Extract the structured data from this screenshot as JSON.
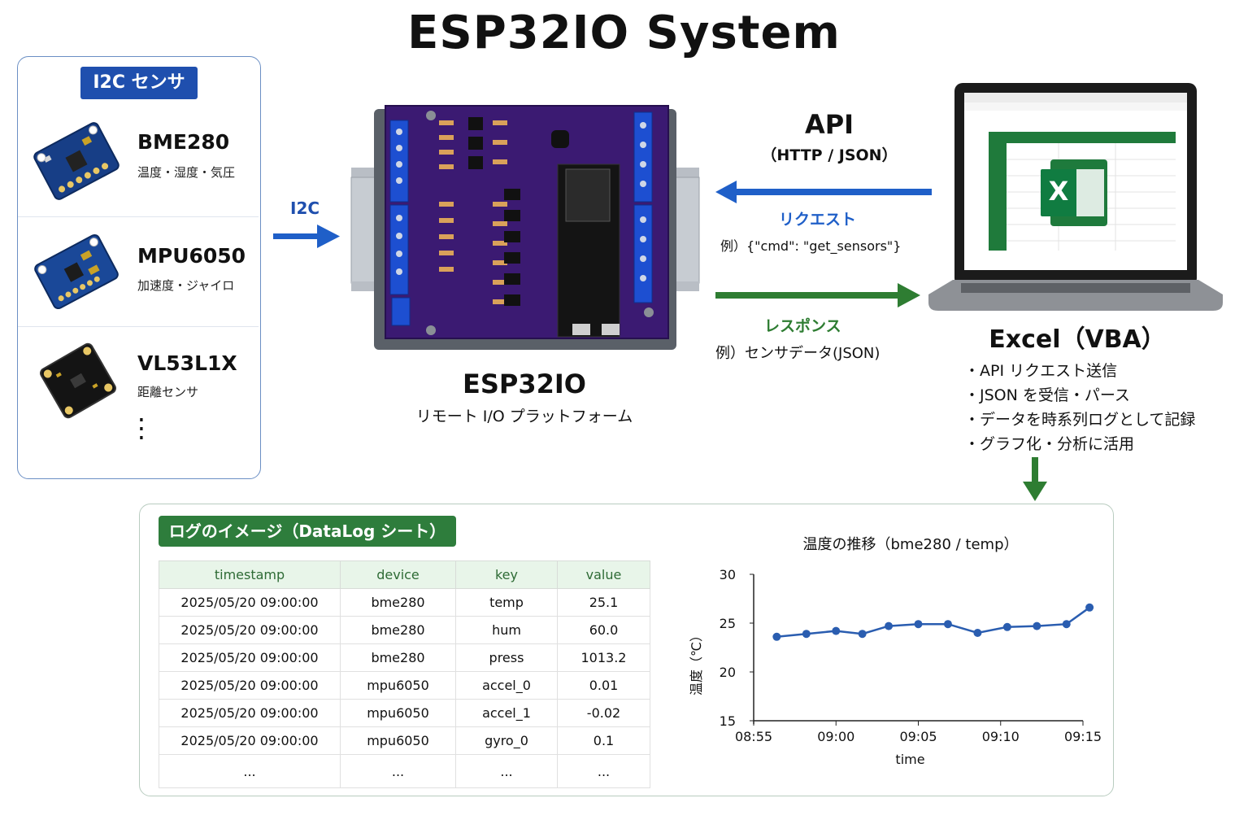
{
  "title": "ESP32IO System",
  "sensors": {
    "badge": "I2C センサ",
    "items": [
      {
        "name": "BME280",
        "desc": "温度・湿度・気圧"
      },
      {
        "name": "MPU6050",
        "desc": "加速度・ジャイロ"
      },
      {
        "name": "VL53L1X",
        "desc": "距離センサ"
      }
    ],
    "more": "⋮"
  },
  "i2c_label": "I2C",
  "esp": {
    "title": "ESP32IO",
    "subtitle": "リモート I/O プラットフォーム"
  },
  "api": {
    "title": "API",
    "subtitle": "（HTTP / JSON）",
    "request_label": "リクエスト",
    "request_example": "例）{\"cmd\": \"get_sensors\"}",
    "response_label": "レスポンス",
    "response_example": "例）センサデータ(JSON)"
  },
  "excel": {
    "title": "Excel（VBA）",
    "items": [
      "・API リクエスト送信",
      "・JSON を受信・パース",
      "・データを時系列ログとして記録",
      "・グラフ化・分析に活用"
    ]
  },
  "datalog": {
    "badge": "ログのイメージ（DataLog シート）",
    "columns": [
      "timestamp",
      "device",
      "key",
      "value"
    ],
    "rows": [
      [
        "2025/05/20 09:00:00",
        "bme280",
        "temp",
        "25.1"
      ],
      [
        "2025/05/20 09:00:00",
        "bme280",
        "hum",
        "60.0"
      ],
      [
        "2025/05/20 09:00:00",
        "bme280",
        "press",
        "1013.2"
      ],
      [
        "2025/05/20 09:00:00",
        "mpu6050",
        "accel_0",
        "0.01"
      ],
      [
        "2025/05/20 09:00:00",
        "mpu6050",
        "accel_1",
        "-0.02"
      ],
      [
        "2025/05/20 09:00:00",
        "mpu6050",
        "gyro_0",
        "0.1"
      ],
      [
        "...",
        "...",
        "...",
        "..."
      ]
    ]
  },
  "chart_data": {
    "type": "line",
    "title": "温度の推移（bme280 / temp）",
    "xlabel": "time",
    "ylabel": "温度（℃）",
    "x_ticks": [
      "08:55",
      "09:00",
      "09:05",
      "09:10",
      "09:15"
    ],
    "y_ticks": [
      15,
      20,
      25,
      30
    ],
    "ylim": [
      15,
      30
    ],
    "x_range_minutes": [
      0,
      20
    ],
    "series": [
      {
        "x": [
          1.4,
          3.2,
          5.0,
          6.6,
          8.2,
          10.0,
          11.8,
          13.6,
          15.4,
          17.2,
          19.0,
          20.4
        ],
        "values": [
          23.6,
          23.9,
          24.2,
          23.9,
          24.7,
          24.9,
          24.9,
          24.0,
          24.6,
          24.7,
          24.9,
          26.6
        ]
      }
    ],
    "grid": false,
    "color": "#2a5db0"
  },
  "colors": {
    "accent_blue": "#1f4fae",
    "arrow_blue": "#1f5fc8",
    "accent_green": "#2e7d32"
  }
}
